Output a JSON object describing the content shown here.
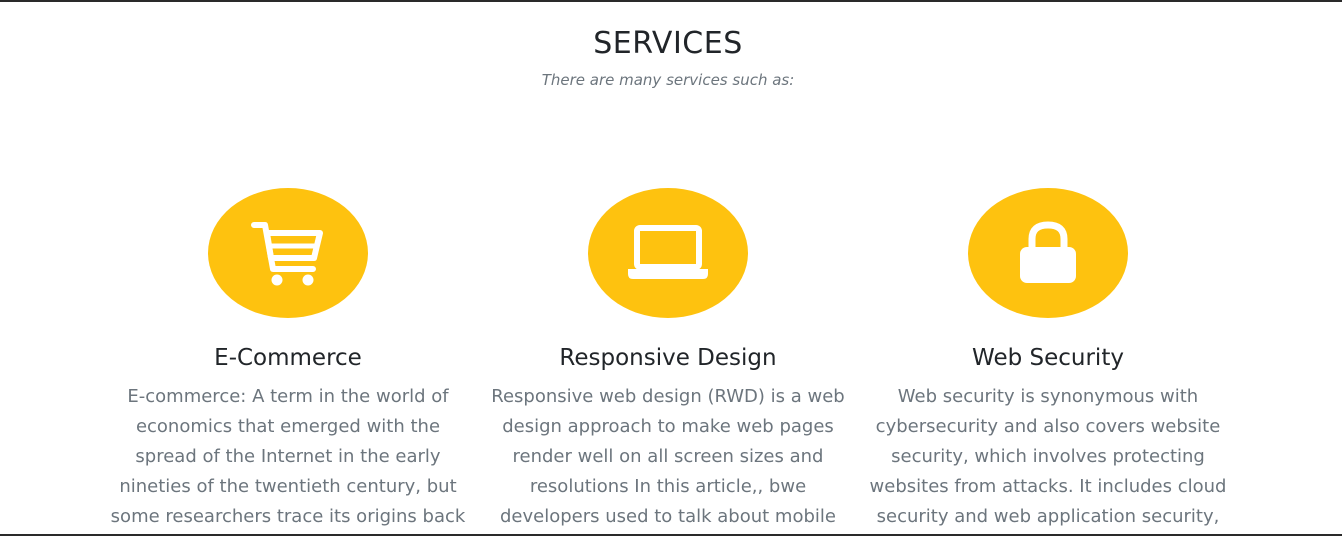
{
  "header": {
    "title": "SERVICES",
    "subtitle": "There are many services such as:"
  },
  "colors": {
    "accent": "#fec20f",
    "heading": "#212529",
    "muted": "#6c757d"
  },
  "services": [
    {
      "icon": "shopping-cart-icon",
      "title": "E-Commerce",
      "description": "E-commerce: A term in the world of economics that emerged with the spread of the Internet in the early nineties of the twentieth century, but some researchers trace its origins back"
    },
    {
      "icon": "laptop-icon",
      "title": "Responsive Design",
      "description": "Responsive web design (RWD) is a web design approach to make web pages render well on all screen sizes and resolutions In this article,, bwe developers used to talk about mobile"
    },
    {
      "icon": "lock-icon",
      "title": "Web Security",
      "description": "Web security is synonymous with cybersecurity and also covers website security, which involves protecting websites from attacks. It includes cloud security and web application security,"
    }
  ]
}
